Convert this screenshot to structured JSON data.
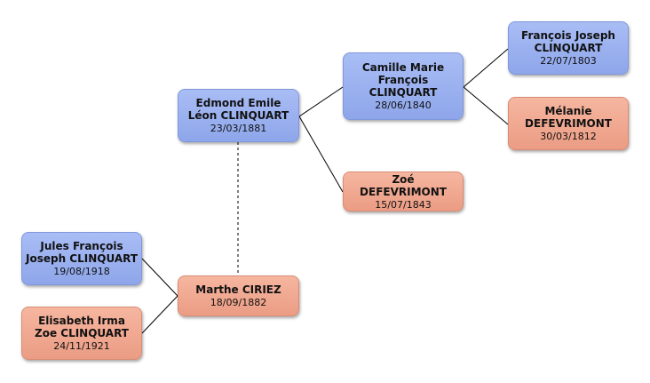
{
  "people": [
    {
      "id": "edmond",
      "sex": "male",
      "name": "Edmond Emile Léon CLINQUART",
      "date": "23/03/1881"
    },
    {
      "id": "camille",
      "sex": "male",
      "name": "Camille Marie François CLINQUART",
      "date": "28/06/1840"
    },
    {
      "id": "francois",
      "sex": "male",
      "name": "François Joseph CLINQUART",
      "date": "22/07/1803"
    },
    {
      "id": "melanie",
      "sex": "female",
      "name": "Mélanie DEFEVRIMONT",
      "date": "30/03/1812"
    },
    {
      "id": "zoe",
      "sex": "female",
      "name": "Zoé DEFEVRIMONT",
      "date": "15/07/1843"
    },
    {
      "id": "marthe",
      "sex": "female",
      "name": "Marthe CIRIEZ",
      "date": "18/09/1882"
    },
    {
      "id": "jules",
      "sex": "male",
      "name": "Jules François Joseph CLINQUART",
      "date": "19/08/1918"
    },
    {
      "id": "elisabeth",
      "sex": "female",
      "name": "Elisabeth Irma Zoe CLINQUART",
      "date": "24/11/1921"
    }
  ],
  "colors": {
    "male": "#98afee",
    "female": "#f0a68e",
    "line": "#000000"
  }
}
